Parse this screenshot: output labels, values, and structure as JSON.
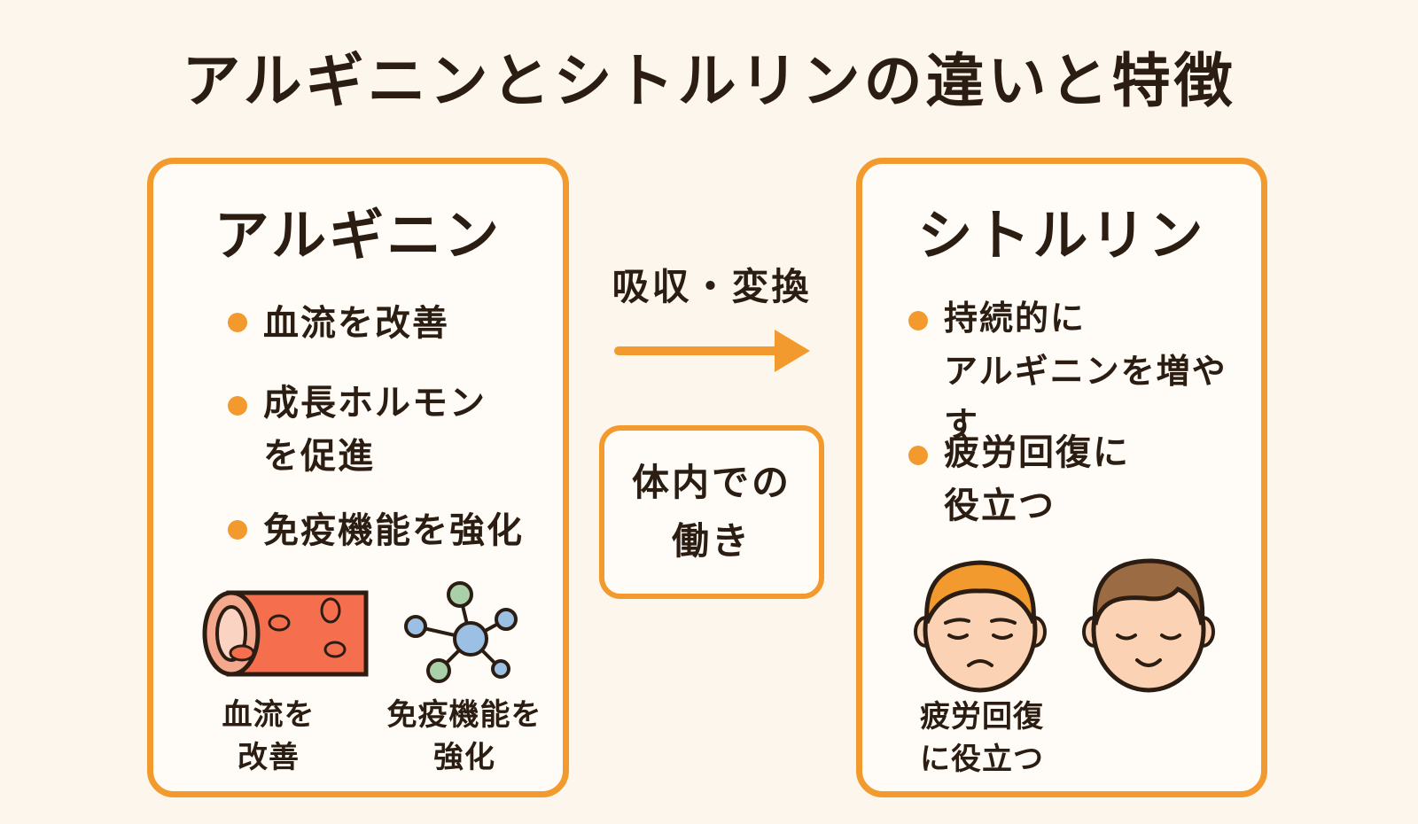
{
  "title": "アルギニンとシトルリンの違いと特徴",
  "colors": {
    "accent": "#f29a2e",
    "background": "#fdf6ec",
    "text": "#2b1d12"
  },
  "arginine": {
    "title": "アルギニン",
    "bullets": [
      "血流を改善",
      "成長ホルモン\nを促進",
      "免疫機能を強化"
    ],
    "illustrations": [
      {
        "icon": "blood-vessel-icon",
        "caption": "血流を\n改善"
      },
      {
        "icon": "molecule-icon",
        "caption": "免疫機能を\n強化"
      }
    ]
  },
  "middle": {
    "arrow_label": "吸収・変換",
    "box_label": "体内での\n働き"
  },
  "citrulline": {
    "title": "シトルリン",
    "bullets": [
      "持続的に\nアルギニンを増やす",
      "疲労回復に\n役立つ"
    ],
    "illustrations": [
      {
        "icon": "tired-face-icon",
        "caption": "疲労回復\nに役立つ"
      },
      {
        "icon": "relaxed-face-icon",
        "caption": ""
      }
    ]
  }
}
